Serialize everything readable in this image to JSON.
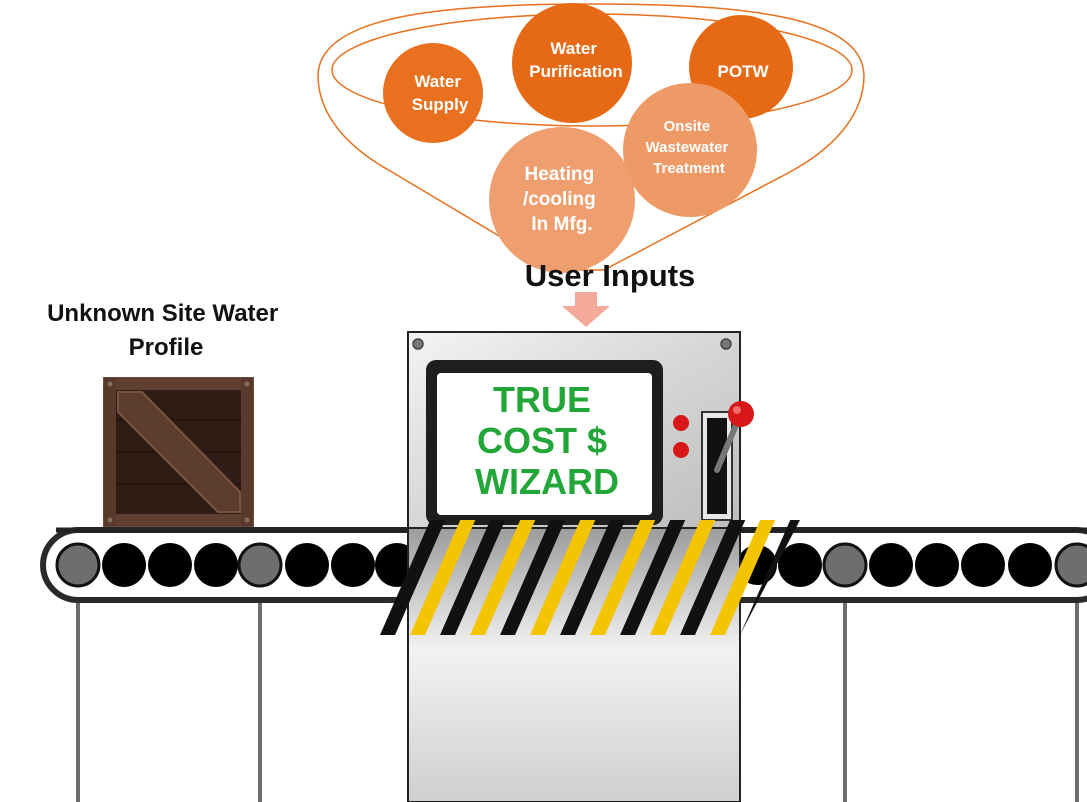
{
  "funnel": {
    "bubbles": [
      {
        "lines": [
          "Water",
          "Supply"
        ],
        "color": "#e9701e"
      },
      {
        "lines": [
          "Water",
          "Purification"
        ],
        "color": "#e66a16"
      },
      {
        "lines": [
          "POTW"
        ],
        "color": "#e66a16"
      },
      {
        "lines": [
          "Onsite",
          "Wastewater",
          "Treatment"
        ],
        "color": "#ee9a66"
      },
      {
        "lines": [
          "Heating",
          "/cooling",
          "In Mfg."
        ],
        "color": "#ef9f6f"
      }
    ],
    "outline_color": "#e9701e"
  },
  "user_inputs_label": "User Inputs",
  "arrow_color": "#f4a99a",
  "crate_label_line1": "Unknown Site Water",
  "crate_label_line2": "Profile",
  "machine": {
    "screen_lines": [
      "TRUE",
      "COST $",
      "WIZARD"
    ],
    "screen_text_color": "#22a638",
    "button_color": "#d81818",
    "stripe_colors": [
      "#111111",
      "#f5c400"
    ]
  }
}
